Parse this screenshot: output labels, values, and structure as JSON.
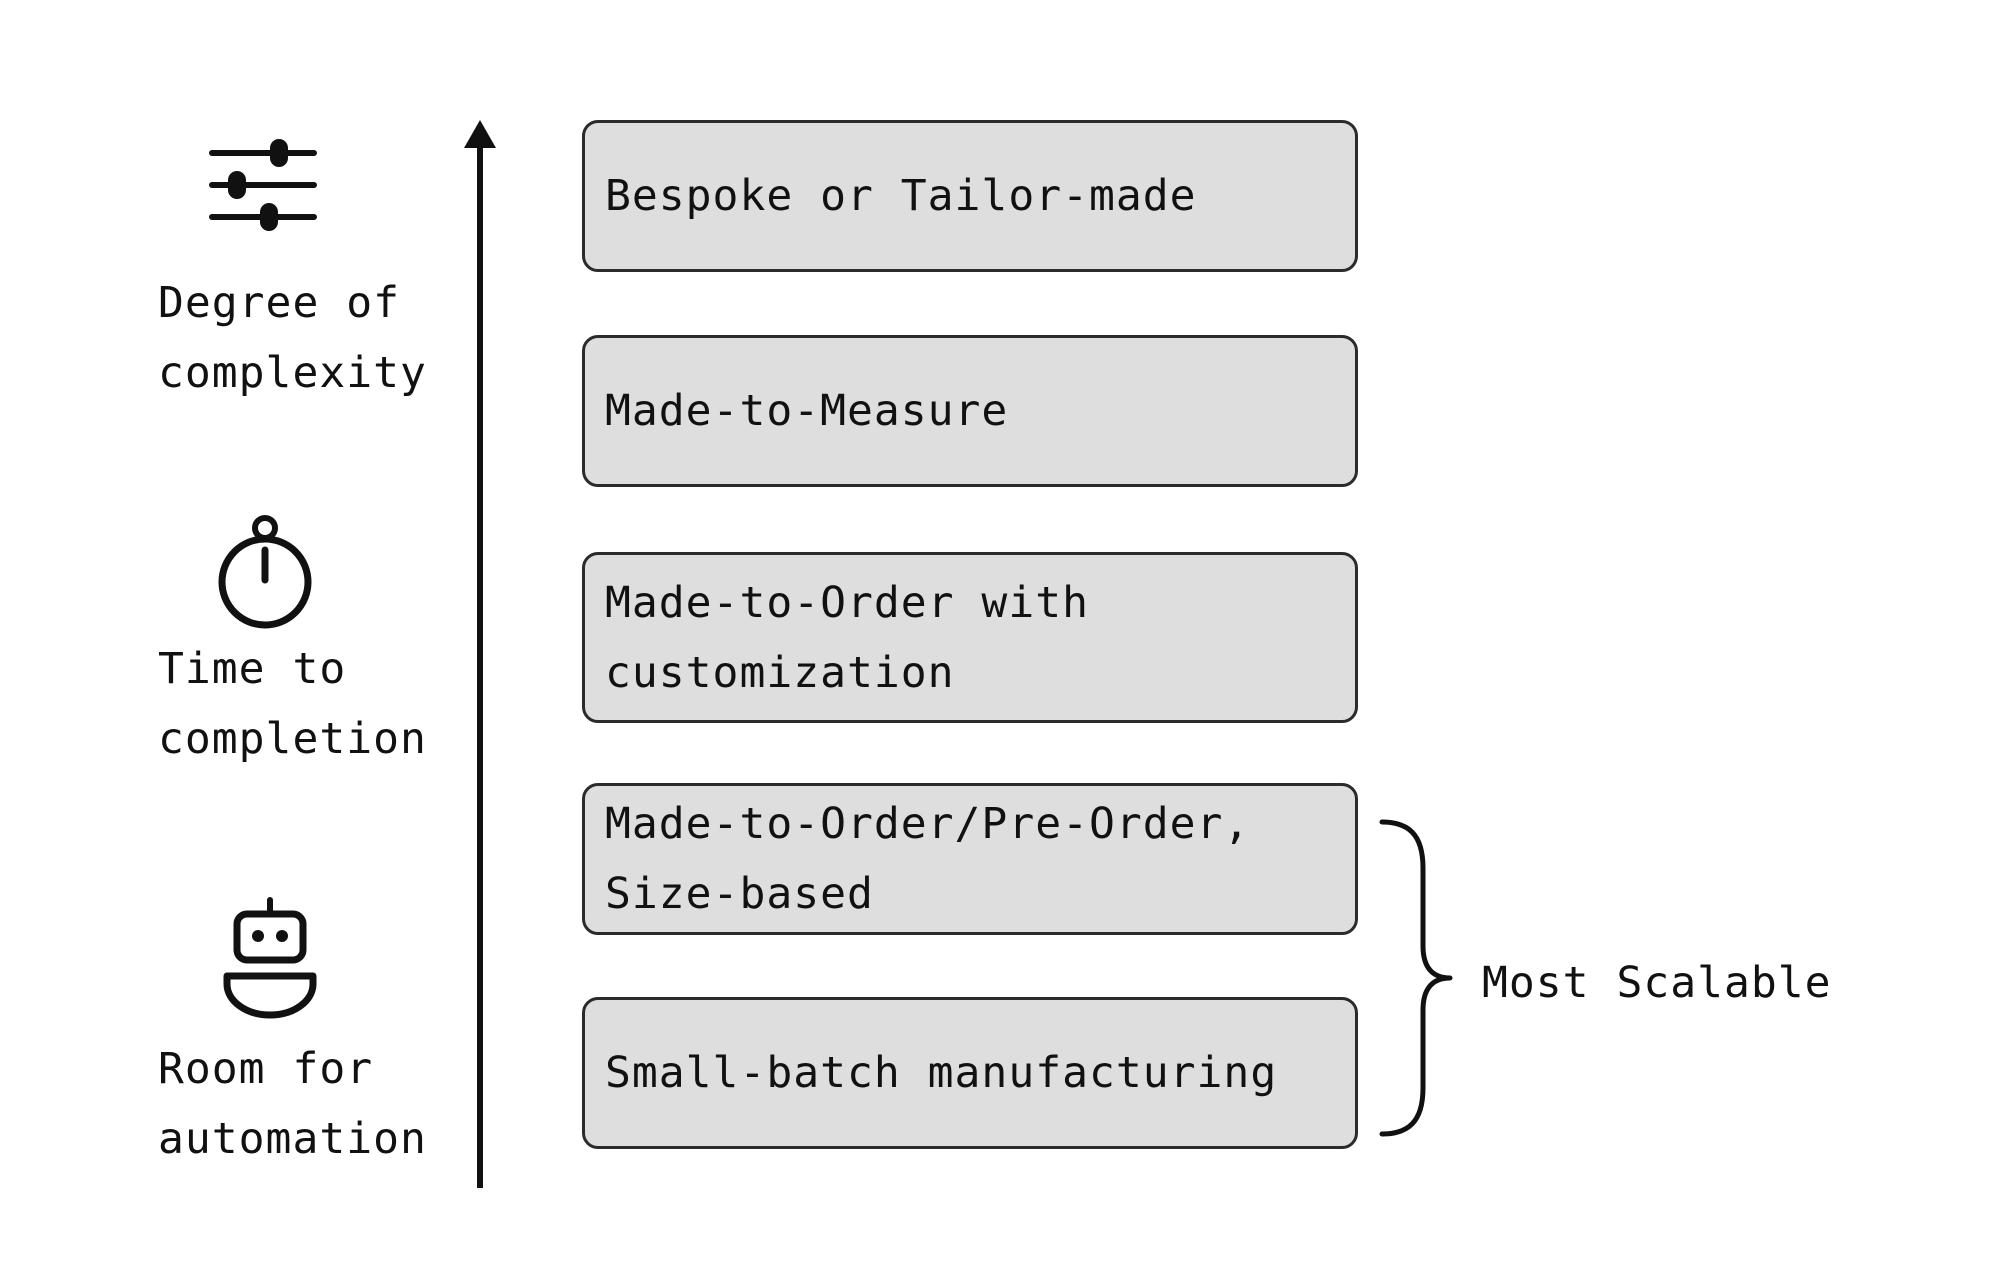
{
  "factors": [
    {
      "icon": "sliders-icon",
      "label": "Degree of\ncomplexity"
    },
    {
      "icon": "stopwatch-icon",
      "label": "Time to\ncompletion"
    },
    {
      "icon": "robot-icon",
      "label": "Room for\nautomation"
    }
  ],
  "tiers": [
    {
      "label": "Bespoke or Tailor-made"
    },
    {
      "label": "Made-to-Measure"
    },
    {
      "label": "Made-to-Order with\ncustomization"
    },
    {
      "label": "Made-to-Order/Pre-Order,\nSize-based"
    },
    {
      "label": "Small-batch manufacturing"
    }
  ],
  "grouping": {
    "label": "Most Scalable"
  },
  "colors": {
    "box_fill": "#dedede",
    "box_border": "#2b2b2b",
    "ink": "#111111"
  }
}
